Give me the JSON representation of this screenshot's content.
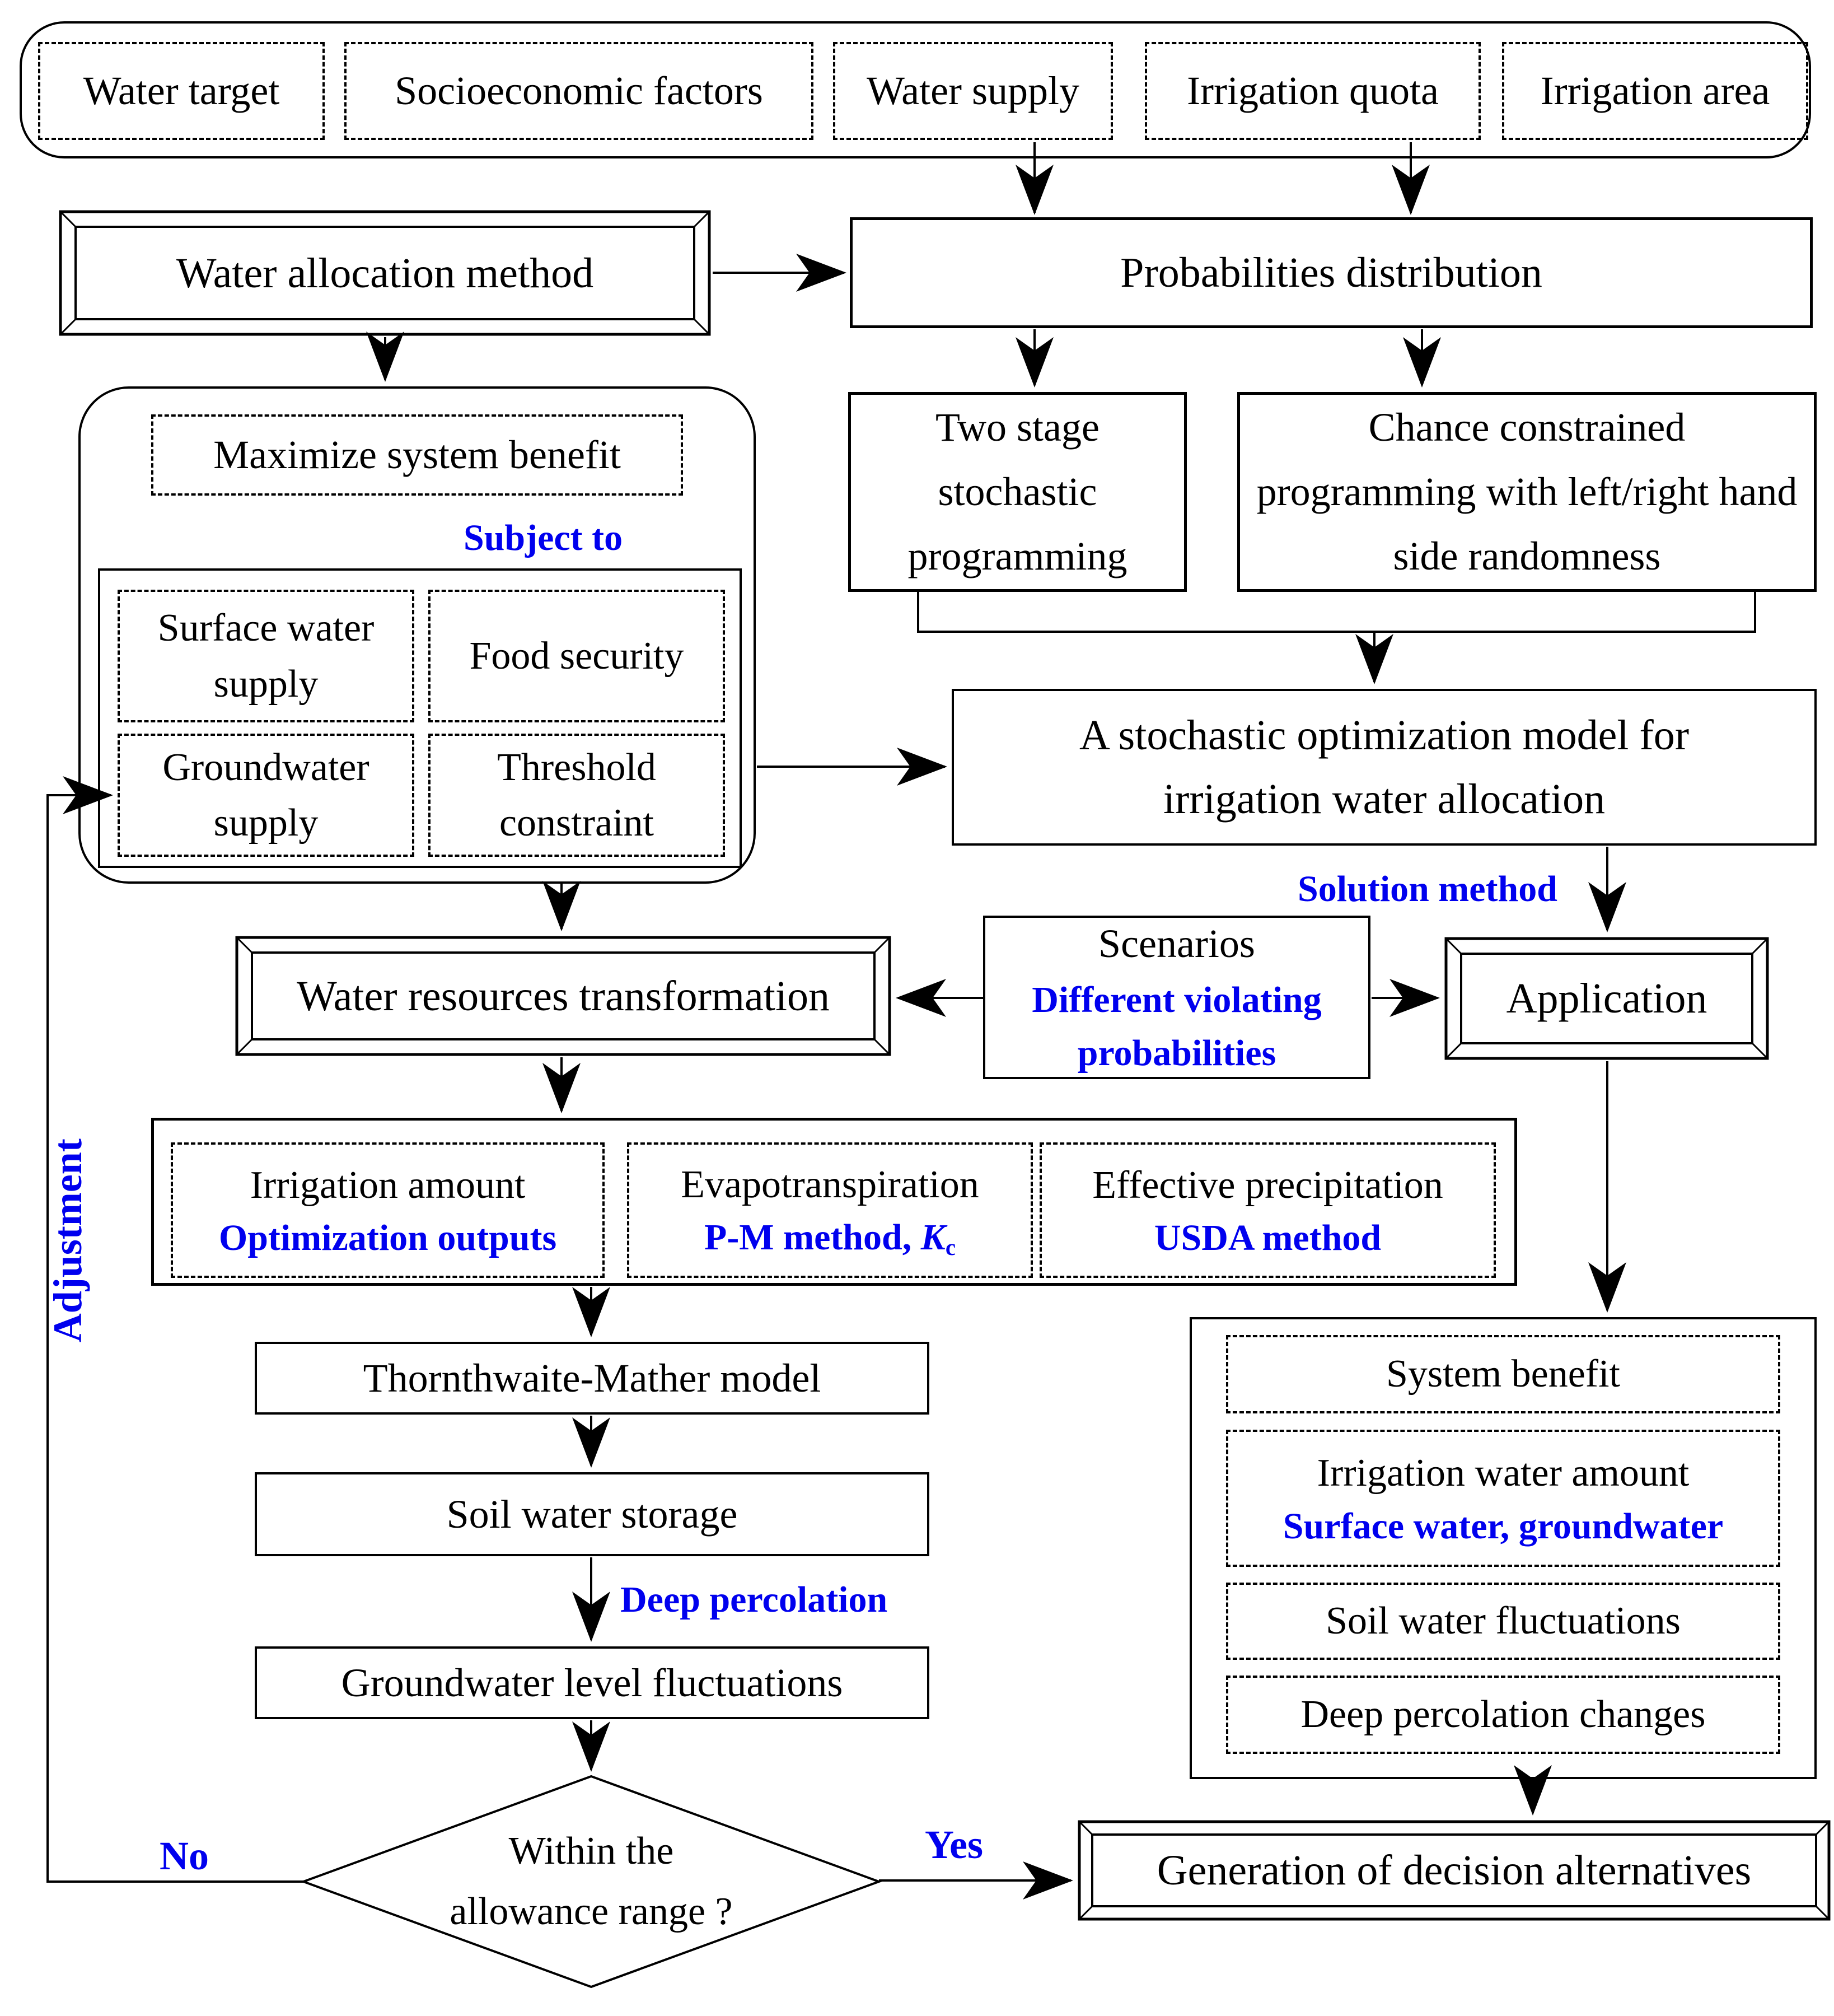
{
  "colors": {
    "accent": "#0000ee",
    "ink": "#000000",
    "background": "#ffffff"
  },
  "inputs": {
    "items": [
      "Water target",
      "Socioeconomic factors",
      "Water supply",
      "Irrigation quota",
      "Irrigation area"
    ]
  },
  "allocation": {
    "method": "Water allocation method",
    "probabilities": "Probabilities distribution"
  },
  "objective": {
    "maximize": "Maximize system benefit",
    "subject_to": "Subject to",
    "surface": "Surface water supply",
    "food": "Food security",
    "ground": "Groundwater supply",
    "threshold": "Threshold constraint"
  },
  "programming": {
    "two_stage": "Two stage stochastic programming",
    "chance": "Chance constrained programming with left/right hand side randomness",
    "model": "A stochastic optimization model for irrigation water allocation",
    "solution": "Solution method"
  },
  "scenarios": {
    "title": "Scenarios",
    "note": "Different violating probabilities"
  },
  "application": {
    "label": "Application"
  },
  "transformation": {
    "label": "Water resources transformation",
    "items": [
      {
        "label": "Irrigation amount",
        "note": "Optimization outputs"
      },
      {
        "label": "Evapotranspiration",
        "note_prefix": "P-M method, ",
        "k": "K",
        "sub": "c"
      },
      {
        "label": "Effective precipitation",
        "note": "USDA method"
      }
    ]
  },
  "simulation": {
    "thornthwaite": "Thornthwaite-Mather model",
    "soil_storage": "Soil water storage",
    "deep_percolation": "Deep percolation",
    "groundwater": "Groundwater level fluctuations"
  },
  "decision": {
    "line1": "Within the",
    "line2": "allowance range ?",
    "no": "No",
    "yes": "Yes",
    "adjustment": "Adjustment",
    "generation": "Generation of decision alternatives"
  },
  "outputs": {
    "items": [
      {
        "label": "System benefit"
      },
      {
        "label": "Irrigation water amount",
        "note": "Surface water, groundwater"
      },
      {
        "label": "Soil water fluctuations"
      },
      {
        "label": "Deep percolation changes"
      }
    ]
  }
}
